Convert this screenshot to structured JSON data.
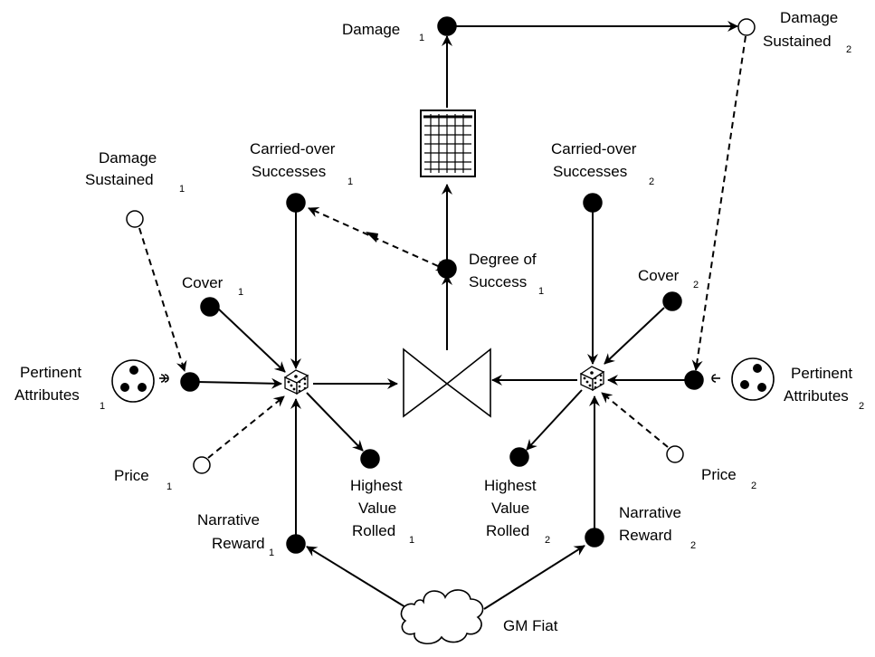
{
  "labels": {
    "damage": {
      "text": "Damage",
      "sub": "1"
    },
    "damage_sustained_right": {
      "line1": "Damage",
      "line2": "Sustained",
      "sub": "2"
    },
    "damage_sustained_left": {
      "line1": "Damage",
      "line2": "Sustained",
      "sub": "1"
    },
    "carried_left": {
      "line1": "Carried-over",
      "line2": "Successes",
      "sub": "1"
    },
    "carried_right": {
      "line1": "Carried-over",
      "line2": "Successes",
      "sub": "2"
    },
    "degree_of_success": {
      "line1": "Degree of",
      "line2": "Success",
      "sub": "1"
    },
    "cover_left": {
      "text": "Cover",
      "sub": "1"
    },
    "cover_right": {
      "text": "Cover",
      "sub": "2"
    },
    "pertinent_left": {
      "line1": "Pertinent",
      "line2": "Attributes",
      "sub": "1"
    },
    "pertinent_right": {
      "line1": "Pertinent",
      "line2": "Attributes",
      "sub": "2"
    },
    "price_left": {
      "text": "Price",
      "sub": "1"
    },
    "price_right": {
      "text": "Price",
      "sub": "2"
    },
    "highest_left": {
      "line1": "Highest",
      "line2": "Value",
      "line3": "Rolled",
      "sub": "1"
    },
    "highest_right": {
      "line1": "Highest",
      "line2": "Value",
      "line3": "Rolled",
      "sub": "2"
    },
    "narrative_left": {
      "line1": "Narrative",
      "line2": "Reward",
      "sub": "1"
    },
    "narrative_right": {
      "line1": "Narrative",
      "line2": "Reward",
      "sub": "2"
    },
    "gm_fiat": {
      "text": "GM Fiat"
    }
  },
  "icons": {
    "table": "table-grid-icon",
    "dice": "dice-icon",
    "gate": "bowtie-gate-icon",
    "cloud": "cloud-icon",
    "pool": "attribute-pool-icon"
  },
  "colors": {
    "stroke": "#000000",
    "fill": "#000000",
    "background": "#ffffff"
  }
}
